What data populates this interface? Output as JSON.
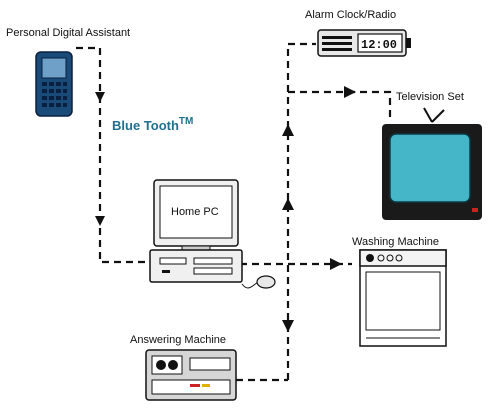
{
  "colors": {
    "bluetooth_text": "#1f6f8f",
    "pda_body": "#1a4a78",
    "tv_screen": "#44b6c8",
    "lines": "#111111"
  },
  "labels": {
    "pda": "Personal Digital Assistant",
    "bluetooth": "Blue Tooth",
    "bluetooth_tm": "TM",
    "alarm": "Alarm Clock/Radio",
    "clock_display": "12:00",
    "tv": "Television Set",
    "pc": "Home PC",
    "washer": "Washing Machine",
    "answering": "Answering Machine"
  },
  "icons": [
    "pda-icon",
    "alarm-clock-icon",
    "television-icon",
    "computer-icon",
    "mouse-icon",
    "washing-machine-icon",
    "answering-machine-icon"
  ]
}
